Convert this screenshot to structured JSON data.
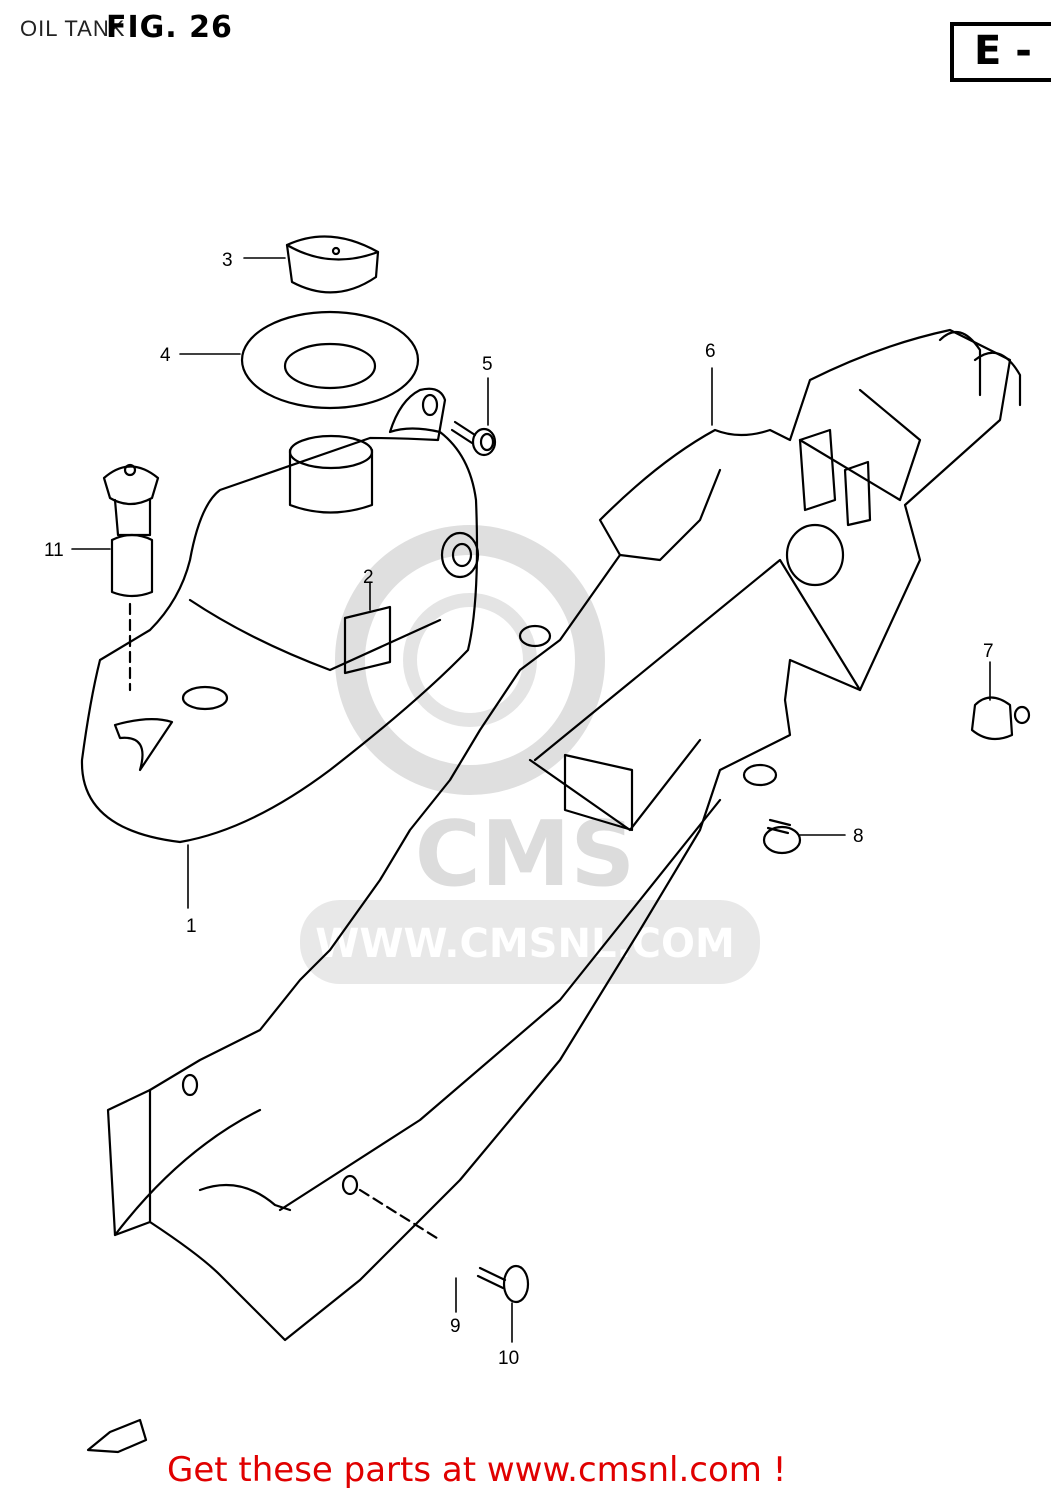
{
  "header": {
    "title": "OIL TANK",
    "figure": "FIG. 26",
    "code": "E -"
  },
  "watermark": {
    "logo": "CMS",
    "url": "WWW.CMSNL.COM"
  },
  "callouts": [
    "1",
    "2",
    "3",
    "4",
    "5",
    "6",
    "7",
    "8",
    "9",
    "10",
    "11"
  ],
  "footer": {
    "link_text": "Get these parts at www.cmsnl.com !",
    "color": "#e00000"
  }
}
